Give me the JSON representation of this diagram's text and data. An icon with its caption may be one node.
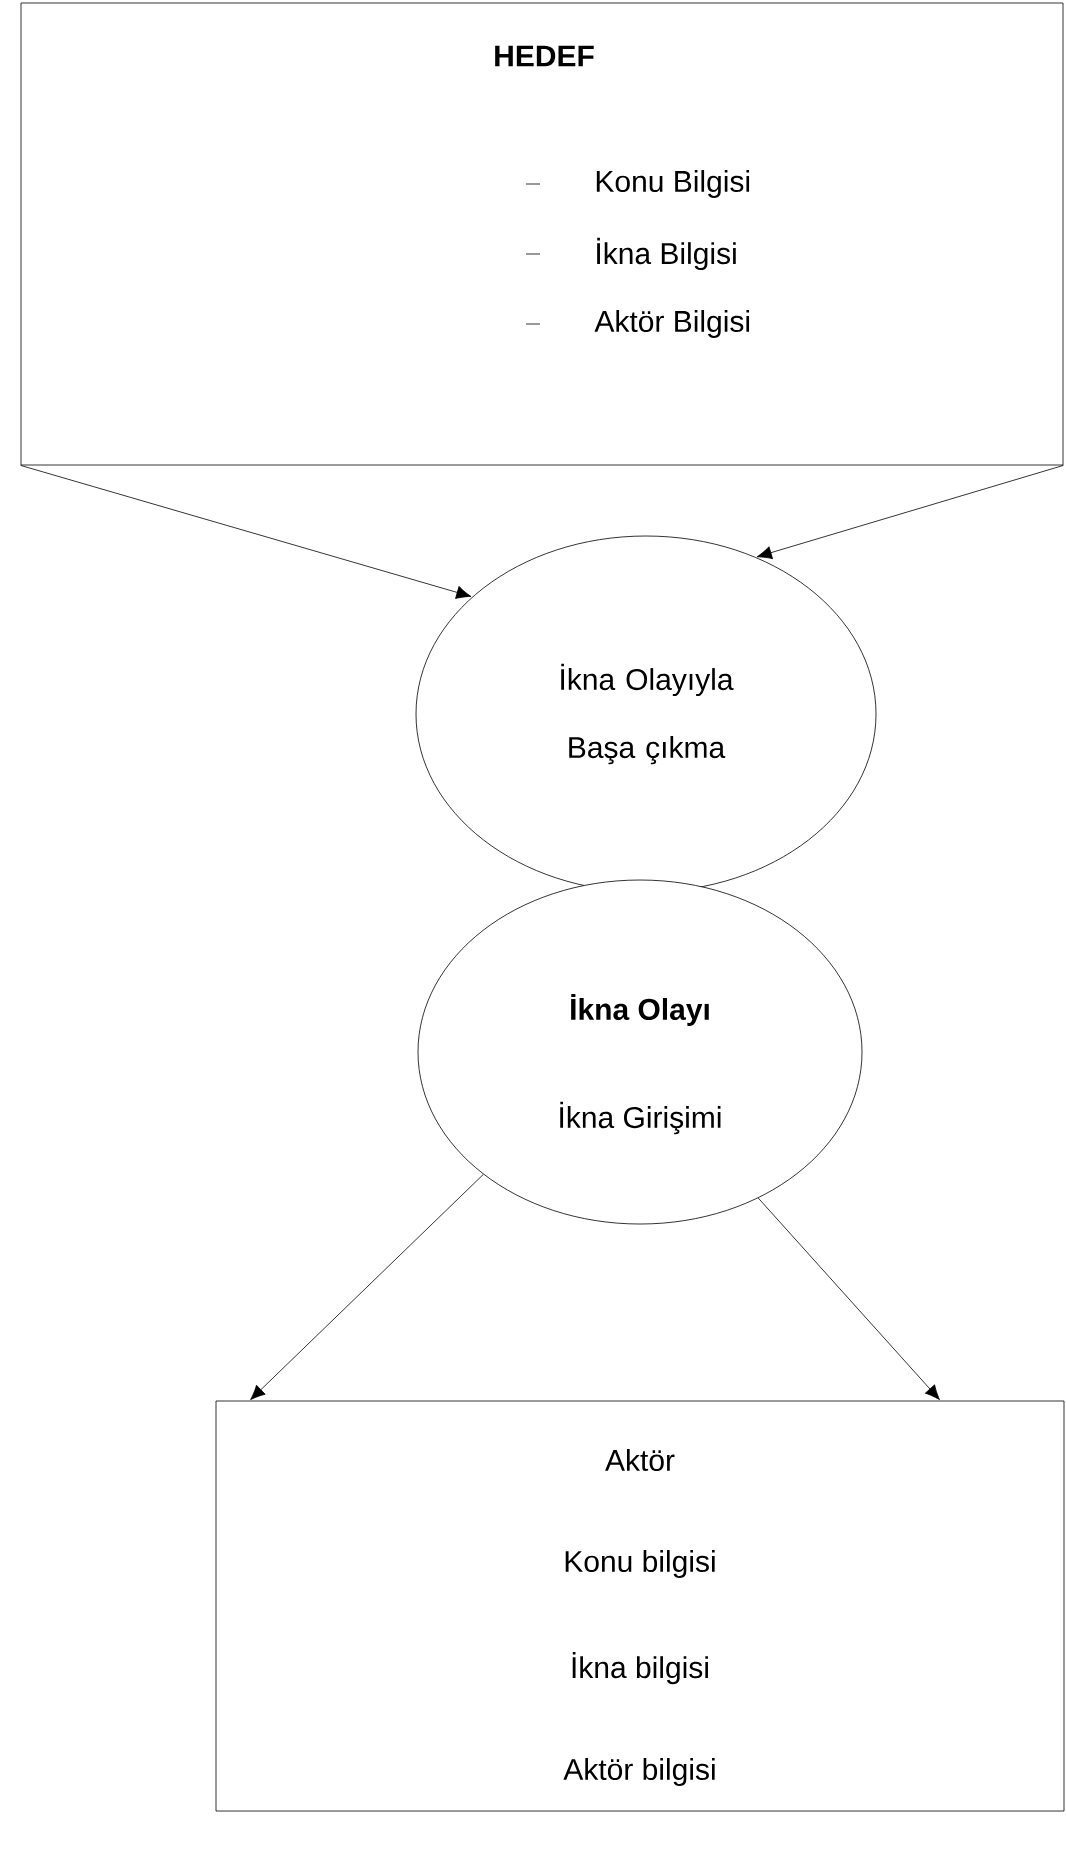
{
  "diagram": {
    "nodes": [
      {
        "text": [
          "HEDEF",
          "Konu Bilgisi",
          "İkna Bilgisi",
          "Aktör Bilgisi"
        ]
      },
      {
        "text": [
          "İkna Olayıyla Başa çıkma"
        ]
      },
      {
        "text": [
          "İkna Olayı",
          "İkna Girişimi"
        ]
      },
      {
        "text": [
          "Aktör",
          "Konu bilgisi",
          "İkna bilgisi",
          "Aktör bilgisi"
        ]
      }
    ],
    "edges": [
      {
        "from": 0,
        "to": 1,
        "arrow": "to"
      },
      {
        "from": 0,
        "to": 1,
        "arrow": "to"
      },
      {
        "from": 2,
        "to": 3,
        "arrow": "to"
      },
      {
        "from": 2,
        "to": 3,
        "arrow": "to"
      }
    ]
  }
}
